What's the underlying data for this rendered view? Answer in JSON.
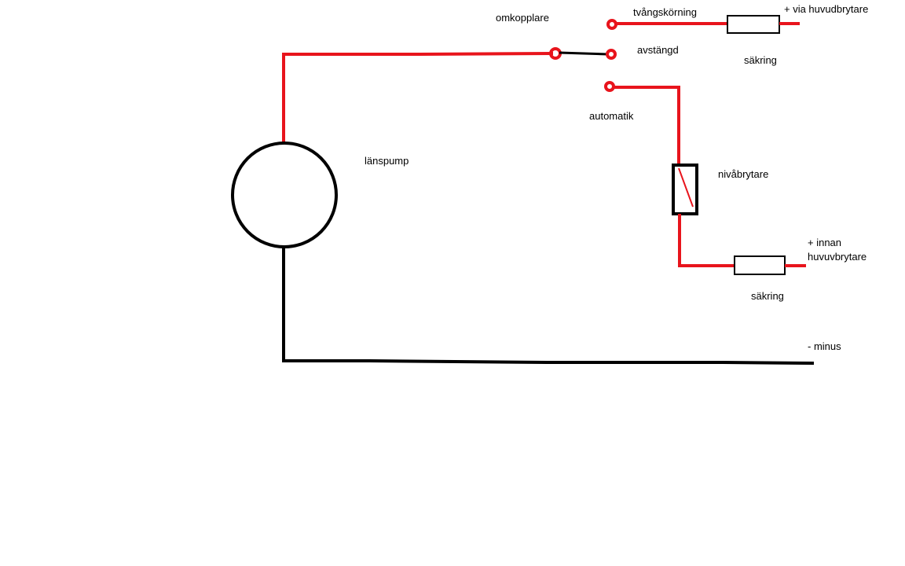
{
  "labels": {
    "switch": "omkopplare",
    "forced": "tvångskörning",
    "supply_main": "+ via huvudbrytare",
    "off": "avstängd",
    "fuse1": "säkring",
    "auto": "automatik",
    "pump": "länspump",
    "level_switch": "nivåbrytare",
    "supply_before_line1": "+ innan",
    "supply_before_line2": "huvuvbrytare",
    "fuse2": "säkring",
    "minus": "- minus"
  },
  "colors": {
    "positive_wire": "#e8141c",
    "negative_wire": "#000000",
    "background": "#ffffff"
  }
}
